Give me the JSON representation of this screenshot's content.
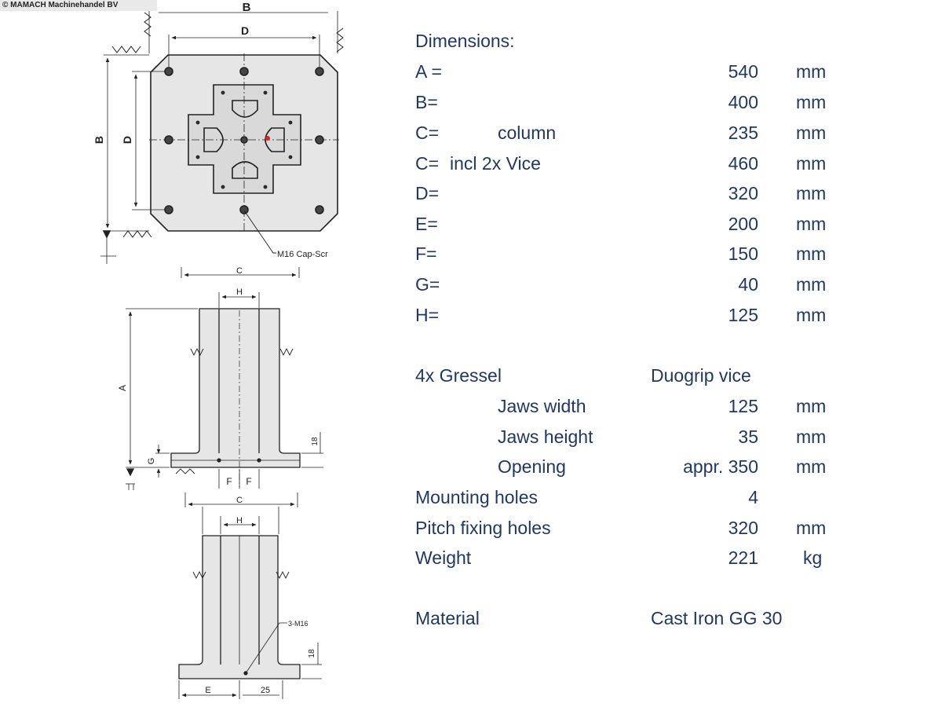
{
  "watermark": "© MAMACH Machinehandel BV",
  "drawing": {
    "top": {
      "label_B": "B",
      "label_D": "D",
      "label_B_left": "B",
      "label_D_left": "D",
      "screw": "M16 Cap-Scr"
    },
    "mid": {
      "label_C": "C",
      "label_H": "H",
      "label_A": "A",
      "label_G": "G",
      "label_F1": "F",
      "label_F2": "F",
      "label_18": "18"
    },
    "bottom": {
      "label_C": "C",
      "label_H": "H",
      "label_3M16": "3-M16",
      "label_18": "18",
      "label_E": "E",
      "label_25": "25"
    }
  },
  "specs": {
    "heading": "Dimensions:",
    "dimensions": [
      {
        "label": "A =",
        "note": "",
        "value": "540",
        "unit": "mm"
      },
      {
        "label": "B=",
        "note": "",
        "value": "400",
        "unit": "mm"
      },
      {
        "label": "C=",
        "note": "column",
        "value": "235",
        "unit": "mm"
      },
      {
        "label": "C=",
        "note": "incl 2x Vice",
        "value": "460",
        "unit": "mm"
      },
      {
        "label": "D=",
        "note": "",
        "value": "320",
        "unit": "mm"
      },
      {
        "label": "E=",
        "note": "",
        "value": "200",
        "unit": "mm"
      },
      {
        "label": "F=",
        "note": "",
        "value": "150",
        "unit": "mm"
      },
      {
        "label": "G=",
        "note": "",
        "value": "40",
        "unit": "mm"
      },
      {
        "label": "H=",
        "note": "",
        "value": "125",
        "unit": "mm"
      }
    ],
    "vice": {
      "label": "4x Gressel",
      "model": "Duogrip vice",
      "rows": [
        {
          "label": "Jaws width",
          "value": "125",
          "unit": "mm"
        },
        {
          "label": "Jaws height",
          "value": "35",
          "unit": "mm"
        },
        {
          "label": "Opening",
          "value": "appr. 350",
          "unit": "mm"
        }
      ]
    },
    "general": [
      {
        "label": "Mounting holes",
        "value": "4",
        "unit": ""
      },
      {
        "label": "Pitch fixing holes",
        "value": "320",
        "unit": "mm"
      },
      {
        "label": "Weight",
        "value": "221",
        "unit": "kg"
      }
    ],
    "material": {
      "label": "Material",
      "value": "Cast Iron GG 30"
    }
  }
}
